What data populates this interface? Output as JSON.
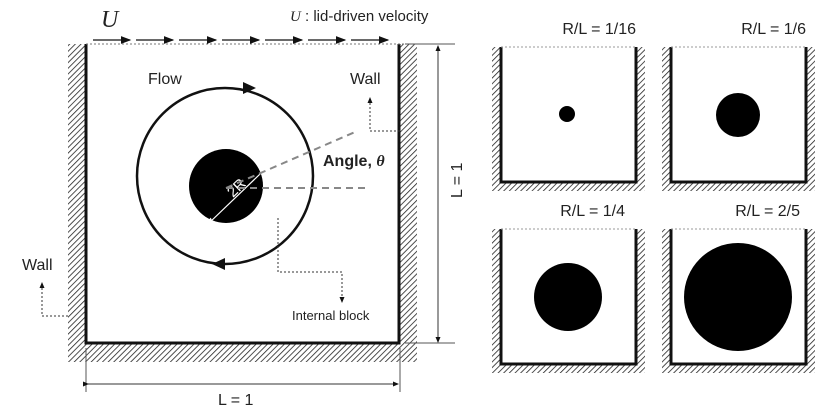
{
  "main": {
    "velocity_symbol": "U",
    "velocity_legend_symbol": "U",
    "velocity_legend_text": " : lid-driven velocity",
    "flow_label": "Flow",
    "wall_label_right": "Wall",
    "wall_label_left": "Wall",
    "angle_label": "Angle, ",
    "angle_symbol": "θ",
    "diameter_label": "2R",
    "internal_block_label": "Internal block",
    "width_label": "L = 1",
    "height_label": "L = 1"
  },
  "panels": [
    {
      "label": "R/L = 1/16",
      "ratio": 0.0625
    },
    {
      "label": "R/L = 1/6",
      "ratio": 0.1667
    },
    {
      "label": "R/L = 1/4",
      "ratio": 0.25
    },
    {
      "label": "R/L = 2/5",
      "ratio": 0.4
    }
  ]
}
